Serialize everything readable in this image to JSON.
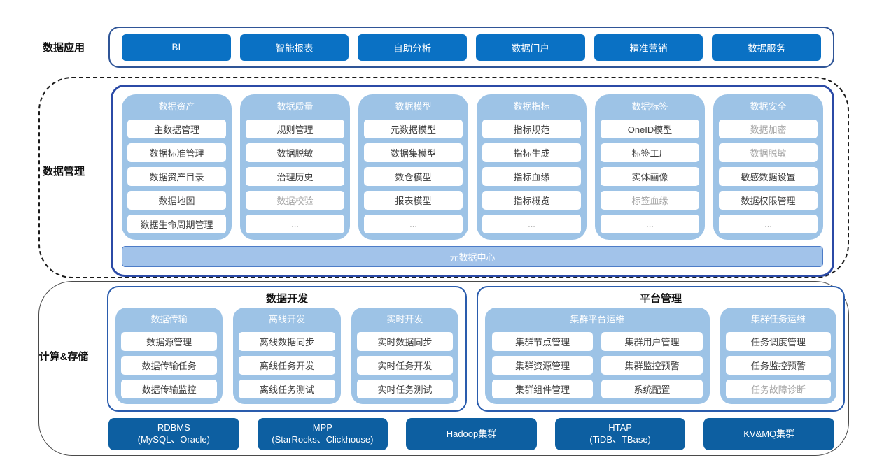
{
  "labels": {
    "app": "数据应用",
    "mgmt": "数据管理",
    "compute": "计算&存储"
  },
  "app_layer": {
    "items": [
      "BI",
      "智能报表",
      "自助分析",
      "数据门户",
      "精准营销",
      "数据服务"
    ]
  },
  "management_layer": {
    "columns": [
      {
        "title": "数据资产",
        "items": [
          {
            "label": "主数据管理",
            "muted": false
          },
          {
            "label": "数据标准管理",
            "muted": false
          },
          {
            "label": "数据资产目录",
            "muted": false
          },
          {
            "label": "数据地图",
            "muted": false
          },
          {
            "label": "数据生命周期管理",
            "muted": false
          }
        ]
      },
      {
        "title": "数据质量",
        "items": [
          {
            "label": "规则管理",
            "muted": false
          },
          {
            "label": "数据脱敏",
            "muted": false
          },
          {
            "label": "治理历史",
            "muted": false
          },
          {
            "label": "数据校验",
            "muted": true
          },
          {
            "label": "...",
            "muted": false
          }
        ]
      },
      {
        "title": "数据模型",
        "items": [
          {
            "label": "元数据模型",
            "muted": false
          },
          {
            "label": "数据集模型",
            "muted": false
          },
          {
            "label": "数仓模型",
            "muted": false
          },
          {
            "label": "报表模型",
            "muted": false
          },
          {
            "label": "...",
            "muted": false
          }
        ]
      },
      {
        "title": "数据指标",
        "items": [
          {
            "label": "指标规范",
            "muted": false
          },
          {
            "label": "指标生成",
            "muted": false
          },
          {
            "label": "指标血缘",
            "muted": false
          },
          {
            "label": "指标概览",
            "muted": false
          },
          {
            "label": "...",
            "muted": false
          }
        ]
      },
      {
        "title": "数据标签",
        "items": [
          {
            "label": "OneID模型",
            "muted": false
          },
          {
            "label": "标签工厂",
            "muted": false
          },
          {
            "label": "实体画像",
            "muted": false
          },
          {
            "label": "标签血缘",
            "muted": true
          },
          {
            "label": "...",
            "muted": false
          }
        ]
      },
      {
        "title": "数据安全",
        "items": [
          {
            "label": "数据加密",
            "muted": true
          },
          {
            "label": "数据脱敏",
            "muted": true
          },
          {
            "label": "敏感数据设置",
            "muted": false
          },
          {
            "label": "数据权限管理",
            "muted": false
          },
          {
            "label": "...",
            "muted": false
          }
        ]
      }
    ],
    "footer_bar": "元数据中心"
  },
  "compute_layer": {
    "dev": {
      "title": "数据开发",
      "columns": [
        {
          "title": "数据传输",
          "items": [
            {
              "label": "数据源管理",
              "muted": false
            },
            {
              "label": "数据传输任务",
              "muted": false
            },
            {
              "label": "数据传输监控",
              "muted": false
            }
          ]
        },
        {
          "title": "离线开发",
          "items": [
            {
              "label": "离线数据同步",
              "muted": false
            },
            {
              "label": "离线任务开发",
              "muted": false
            },
            {
              "label": "离线任务测试",
              "muted": false
            }
          ]
        },
        {
          "title": "实时开发",
          "items": [
            {
              "label": "实时数据同步",
              "muted": false
            },
            {
              "label": "实时任务开发",
              "muted": false
            },
            {
              "label": "实时任务测试",
              "muted": false
            }
          ]
        }
      ]
    },
    "platform": {
      "title": "平台管理",
      "groups": [
        {
          "title": "集群平台运维",
          "items": [
            {
              "label": "集群节点管理",
              "muted": false
            },
            {
              "label": "集群用户管理",
              "muted": false
            },
            {
              "label": "集群资源管理",
              "muted": false
            },
            {
              "label": "集群监控预警",
              "muted": false
            },
            {
              "label": "集群组件管理",
              "muted": false
            },
            {
              "label": "系统配置",
              "muted": false
            }
          ]
        },
        {
          "title": "集群任务运维",
          "items": [
            {
              "label": "任务调度管理",
              "muted": false
            },
            {
              "label": "任务监控预警",
              "muted": false
            },
            {
              "label": "任务故障诊断",
              "muted": true
            }
          ]
        }
      ]
    },
    "infra": [
      {
        "line1": "RDBMS",
        "line2": "(MySQL、Oracle)"
      },
      {
        "line1": "MPP",
        "line2": "(StarRocks、Clickhouse)"
      },
      {
        "line1": "Hadoop集群",
        "line2": ""
      },
      {
        "line1": "HTAP",
        "line2": "(TiDB、TBase)"
      },
      {
        "line1": "KV&MQ集群",
        "line2": ""
      }
    ]
  },
  "colors": {
    "app_button_blue": "#0a71c4",
    "infra_button_blue": "#0d5fa1",
    "light_blue_block": "#9dc3e6",
    "mgmt_panel_border": "#2b4aa6",
    "section_panel_border": "#2a5cad",
    "app_container_border": "#2f5597",
    "meta_bar_bg": "#a2c3ea",
    "meta_bar_border": "#4d7cc7",
    "item_text": "#3d3d3d",
    "muted_item_text": "#a6a6a6"
  }
}
